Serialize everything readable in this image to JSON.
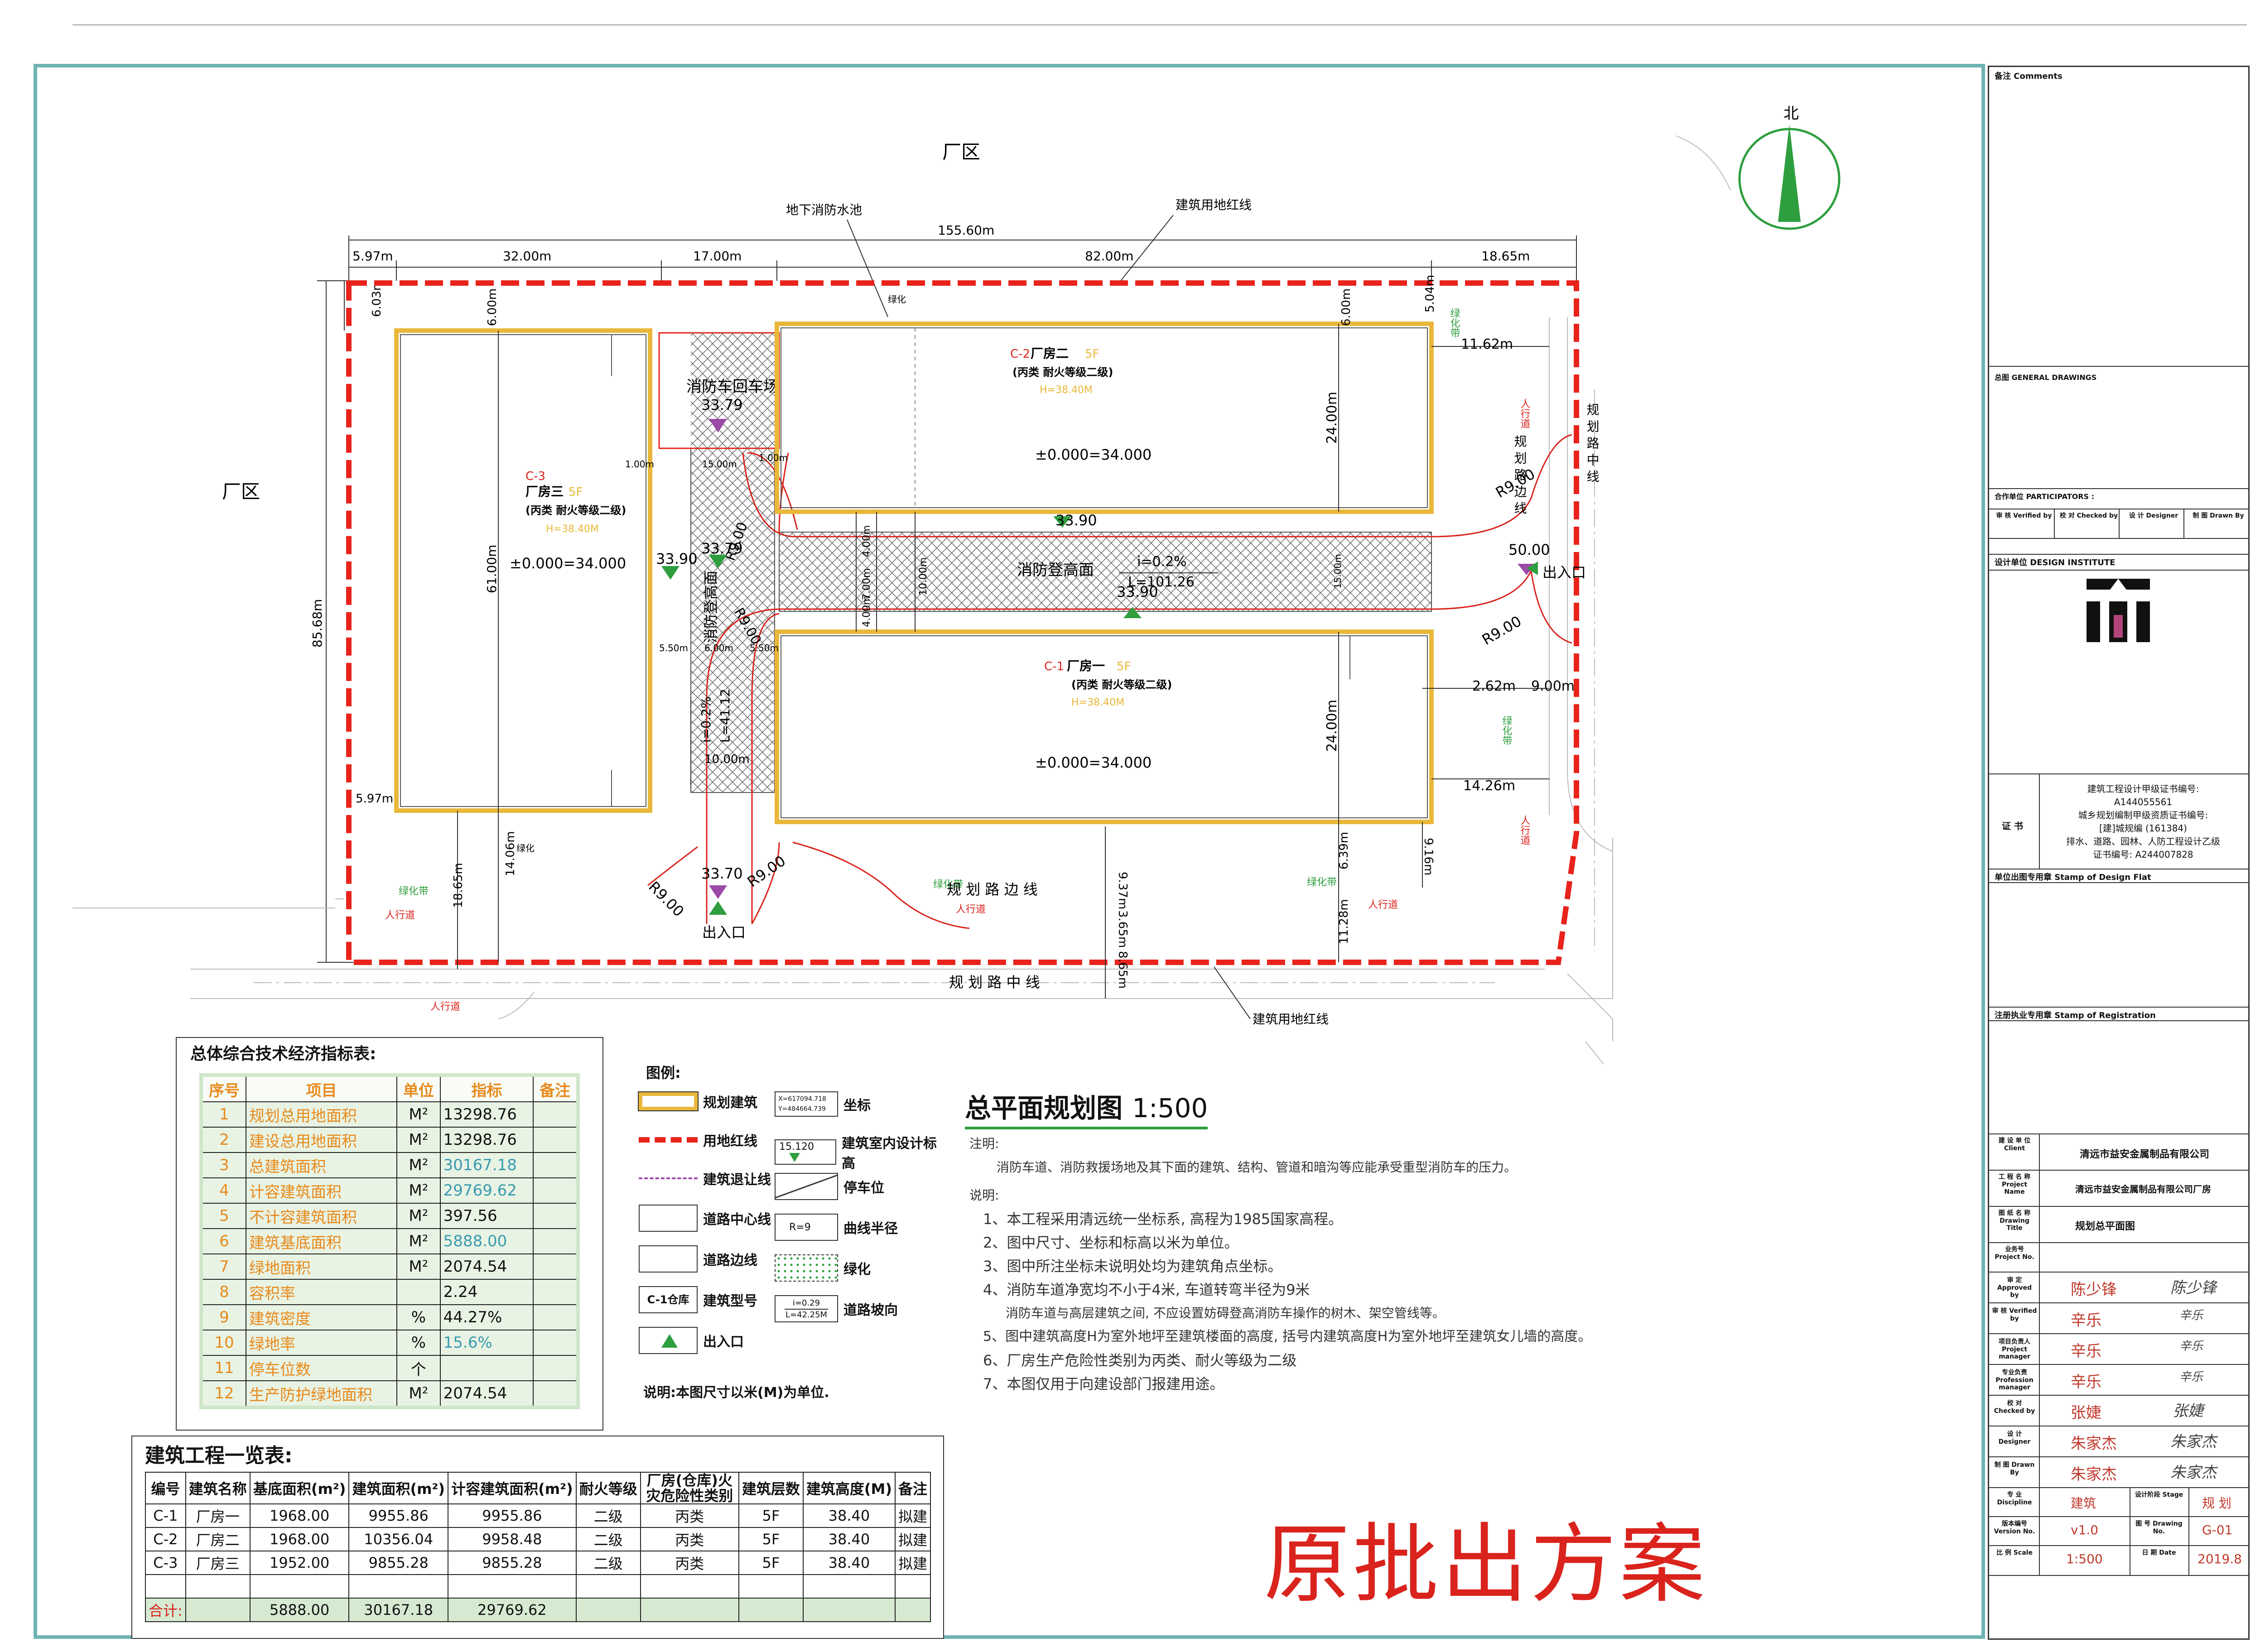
{
  "plan": {
    "zones": {
      "north": "厂区",
      "west": "厂区"
    },
    "north_label": "北",
    "top_labels": {
      "fire_pool": "地下消防水池",
      "boundary": "建筑用地红线"
    },
    "bottom_labels": {
      "boundary": "建筑用地红线",
      "road_edge": "规 划 路 边 线",
      "road_center": "规 划 路 中 线",
      "sidewalk": "人行道",
      "green": "绿化带"
    },
    "right_labels": {
      "road_edge": "规 划 路 边 线",
      "road_center": "规 划 路 中 线",
      "sidewalk": "人行道",
      "green": "绿化带"
    },
    "dims_top": {
      "d1": "5.97m",
      "d2": "32.00m",
      "d3": "17.00m",
      "d4": "155.60m",
      "d5": "82.00m",
      "d6": "18.65m"
    },
    "dims_left": {
      "total": "85.68m",
      "top": "6.03m",
      "bottom": "5.97m",
      "b3_top": "6.00m",
      "b3_h": "61.00m",
      "b3_bot": "14.06m",
      "b3_road": "18.65m"
    },
    "dims_mid": {
      "d1": "1.00m",
      "d2": "15.00m",
      "d3": "1.00m",
      "d4": "4.00m",
      "d5": "7.00m",
      "d6": "4.00m",
      "d7": "10.00m",
      "d8": "5.50m",
      "d9": "6.00m",
      "d10": "5.50m",
      "d11": "10.00m",
      "d12": "15.00m"
    },
    "dims_right": {
      "d1": "5.04m",
      "d2": "11.62m",
      "d3": "2.62m",
      "d4": "9.00m",
      "d5": "14.26m",
      "d6": "9.16m",
      "b2_top": "6.00m",
      "b2_h": "24.00m",
      "b1_h": "24.00m",
      "b1_bot": "6.39m",
      "road": "11.28m",
      "r1": "9.37m",
      "r2": "3.65m",
      "r3": "8.65m"
    },
    "radii": {
      "r1": "R9.00",
      "r2": "R9.00",
      "r3": "R9.00",
      "r4": "R9.00",
      "r5": "R9.00",
      "r6": "R9.00"
    },
    "buildings": [
      {
        "code": "C-3",
        "name": "厂房三",
        "floors": "5F",
        "cls": "(丙类 耐火等级二级)",
        "height": "H=38.40M",
        "elev": "±0.000=34.000"
      },
      {
        "code": "C-2",
        "name": "厂房二",
        "floors": "5F",
        "cls": "(丙类 耐火等级二级)",
        "height": "H=38.40M",
        "elev": "±0.000=34.000"
      },
      {
        "code": "C-1",
        "name": "厂房一",
        "floors": "5F",
        "cls": "(丙类 耐火等级二级)",
        "height": "H=38.40M",
        "elev": "±0.000=34.000"
      }
    ],
    "fire": {
      "turnaround": "消防车回车场",
      "platform": "消防登高面",
      "platform_v": "消防登高面"
    },
    "levels": {
      "l1": "33.79",
      "l2": "33.79",
      "l3": "33.90",
      "l4": "33.90",
      "l5": "33.90",
      "l6": "50.00",
      "l7": "33.70"
    },
    "slopes": {
      "h1": "i=0.2%",
      "h2": "L=101.26",
      "v1": "i=0.2%",
      "v2": "L=41.12"
    },
    "exits": {
      "e1": "出入口",
      "e2": "出入口"
    },
    "green_mark": "绿化"
  },
  "indicators": {
    "title": "总体综合技术经济指标表:",
    "headers": [
      "序号",
      "项目",
      "单位",
      "指标",
      "备注"
    ],
    "rows": [
      [
        "1",
        "规划总用地面积",
        "M²",
        "13298.76",
        ""
      ],
      [
        "2",
        "建设总用地面积",
        "M²",
        "13298.76",
        ""
      ],
      [
        "3",
        "总建筑面积",
        "M²",
        "30167.18",
        ""
      ],
      [
        "4",
        "计容建筑面积",
        "M²",
        "29769.62",
        ""
      ],
      [
        "5",
        "不计容建筑面积",
        "M²",
        "397.56",
        ""
      ],
      [
        "6",
        "建筑基底面积",
        "M²",
        "5888.00",
        ""
      ],
      [
        "7",
        "绿地面积",
        "M²",
        "2074.54",
        ""
      ],
      [
        "8",
        "容积率",
        "",
        "2.24",
        ""
      ],
      [
        "9",
        "建筑密度",
        "%",
        "44.27%",
        ""
      ],
      [
        "10",
        "绿地率",
        "%",
        "15.6%",
        ""
      ],
      [
        "11",
        "停车位数",
        "个",
        "",
        ""
      ],
      [
        "12",
        "生产防护绿地面积",
        "M²",
        "2074.54",
        ""
      ]
    ]
  },
  "buildings_table": {
    "title": "建筑工程一览表:",
    "headers": [
      "编号",
      "建筑名称",
      "基底面积(m²)",
      "建筑面积(m²)",
      "计容建筑面积(m²)",
      "耐火等级",
      "厂房(仓库)火灾危险性类别",
      "建筑层数",
      "建筑高度(M)",
      "备注"
    ],
    "rows": [
      [
        "C-1",
        "厂房一",
        "1968.00",
        "9955.86",
        "9955.86",
        "二级",
        "丙类",
        "5F",
        "38.40",
        "拟建"
      ],
      [
        "C-2",
        "厂房二",
        "1968.00",
        "10356.04",
        "9958.48",
        "二级",
        "丙类",
        "5F",
        "38.40",
        "拟建"
      ],
      [
        "C-3",
        "厂房三",
        "1952.00",
        "9855.28",
        "9855.28",
        "二级",
        "丙类",
        "5F",
        "38.40",
        "拟建"
      ]
    ],
    "total": [
      "合计:",
      "",
      "5888.00",
      "30167.18",
      "29769.62",
      "",
      "",
      "",
      "",
      ""
    ]
  },
  "legend": {
    "title": "图例:",
    "items": {
      "planned": "规划建筑",
      "redline": "用地红线",
      "setback": "建筑退让线",
      "centerline": "道路中心线",
      "edge": "道路边线",
      "type": "建筑型号",
      "type_code": "C-1仓库",
      "entry": "出入口",
      "coord": "坐标",
      "coord_x": "X=617094.718",
      "coord_y": "Y=484664.739",
      "elev": "建筑室内设计标高",
      "elev_val": "15.120",
      "parking": "停车位",
      "radius": "曲线半径",
      "radius_val": "R=9",
      "green": "绿化",
      "slope": "道路坡向",
      "slope_i": "i=0.29",
      "slope_l": "L=42.25M"
    },
    "note": "说明:本图尺寸以米(M)为单位."
  },
  "drawing_title": "总平面规划图",
  "scale": "1:500",
  "notes": {
    "h1": "注明:",
    "l1": "消防车道、消防救援场地及其下面的建筑、结构、管道和暗沟等应能承受重型消防车的压力。",
    "h2": "说明:",
    "items": [
      "1、本工程采用清远统一坐标系, 高程为1985国家高程。",
      "2、图中尺寸、坐标和标高以米为单位。",
      "3、图中所注坐标未说明处均为建筑角点坐标。",
      "4、消防车道净宽均不小于4米, 车道转弯半径为9米",
      "消防车道与高层建筑之间, 不应设置妨碍登高消防车操作的树木、架空管线等。",
      "5、图中建筑高度H为室外地坪至建筑楼面的高度, 括号内建筑高度H为室外地坪至建筑女儿墙的高度。",
      "6、厂房生产危险性类别为丙类、耐火等级为二级",
      "7、本图仅用于向建设部门报建用途。"
    ]
  },
  "stamp": "原批出方案",
  "panel": {
    "comments": "备注 Comments",
    "general": "总图 GENERAL DRAWINGS",
    "participators": "合作单位 PARTICIPATORS :",
    "verified": "审 核 Verified by",
    "checked": "校 对 Checked by",
    "designer": "设 计 Designer",
    "drawn": "制 图 Drawn By",
    "institute": "设计单位 DESIGN INSTITUTE",
    "cert_label": "证 书",
    "cert": [
      "建筑工程设计甲级证书编号:",
      "A144055561",
      "城乡规划编制甲级资质证书编号:",
      "[建]城规编 (161384)",
      "排水、道路、园林、人防工程设计乙级",
      "证书编号: A244007828"
    ],
    "stamp_flat": "单位出图专用章 Stamp of Design Flat",
    "stamp_reg": "注册执业专用章 Stamp of Registration",
    "client_l": "建 设 单 位 Client",
    "client": "清远市益安金属制品有限公司",
    "project_l": "工 程 名 称 Project Name",
    "project": "清远市益安金属制品有限公司厂房",
    "title_l": "图 纸 名 称 Drawing Title",
    "title": "规划总平面图",
    "projno_l": "业务号 Project No.",
    "approved_l": "审 定 Approved by",
    "approved": "陈少锋",
    "verified_l": "审 核 Verified by",
    "verified_v": "辛乐",
    "pm_l": "项目负责人 Project manager",
    "pm": "辛乐",
    "prof_l": "专业负责 Profession manager",
    "prof": "辛乐",
    "checked_l": "校 对 Checked by",
    "checked_v": "张婕",
    "designer_l": "设 计 Designer",
    "designer_v": "朱家杰",
    "drawn_l": "制 图 Drawn By",
    "drawn_v": "朱家杰",
    "sig": {
      "approved": "陈少锋",
      "verified": "辛乐",
      "pm": "辛乐",
      "prof": "辛乐",
      "checked": "张婕",
      "designer": "朱家杰",
      "drawn": "朱家杰"
    },
    "discipline_l": "专 业 Discipline",
    "discipline": "建筑",
    "stage_l": "设计阶段 Stage",
    "stage": "规 划",
    "version_l": "版本编号 Version No.",
    "version": "v1.0",
    "drawno_l": "图 号 Drawing No.",
    "drawno": "G-01",
    "scale_l": "比 例 Scale",
    "scale": "1:500",
    "date_l": "日 期 Date",
    "date": "2019.8"
  },
  "colors": {
    "redline": "#e8231c",
    "building": "#e9b83a",
    "green": "#2e9e3e",
    "frame": "#6fb4b4",
    "fire_grid": "#555555",
    "table_fill": "#d6ead2",
    "stamp": "#d9231c"
  }
}
